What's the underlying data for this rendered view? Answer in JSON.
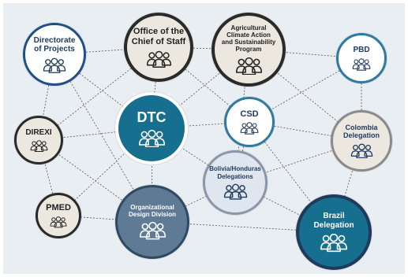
{
  "diagram": {
    "nodes": [
      {
        "id": "directorate",
        "label_lines": [
          "Directorate",
          "of Projects"
        ],
        "fill": "#ffffff",
        "border": "#1f4f86",
        "text": "#1f3a5c",
        "icon": "people-group-icon"
      },
      {
        "id": "office",
        "label_lines": [
          "Office of the",
          "Chief of Staff"
        ],
        "fill": "#ece8df",
        "border": "#2a2a2a",
        "text": "#222222",
        "icon": "people-group-icon"
      },
      {
        "id": "agricultural",
        "label_lines": [
          "Agricultural",
          "Climate Action",
          "and Sustainability",
          "Program"
        ],
        "fill": "#ece8df",
        "border": "#2a2a2a",
        "text": "#222222",
        "icon": "people-group-icon"
      },
      {
        "id": "pbd",
        "label_lines": [
          "PBD"
        ],
        "fill": "#ffffff",
        "border": "#2f7aa0",
        "text": "#1f3a5c",
        "icon": "people-group-icon"
      },
      {
        "id": "direxi",
        "label_lines": [
          "DIREXI"
        ],
        "fill": "#ece8df",
        "border": "#2a2a2a",
        "text": "#222222",
        "icon": "people-group-icon"
      },
      {
        "id": "dtc",
        "label_lines": [
          "DTC"
        ],
        "fill": "#176f8f",
        "border": "#ffffff",
        "text": "#ffffff",
        "icon": "people-group-icon"
      },
      {
        "id": "csd",
        "label_lines": [
          "CSD"
        ],
        "fill": "#ffffff",
        "border": "#2f7aa0",
        "text": "#1f3a5c",
        "icon": "people-group-icon"
      },
      {
        "id": "colombia",
        "label_lines": [
          "Colombia",
          "Delegation"
        ],
        "fill": "#ece8df",
        "border": "#8a8a8a",
        "text": "#1f3a5c",
        "icon": "people-group-icon"
      },
      {
        "id": "bolivia",
        "label_lines": [
          "Bolivia/Honduras",
          "Delegations"
        ],
        "fill": "#dfe6f0",
        "border": "#8a97a8",
        "text": "#1f3a5c",
        "icon": "people-group-icon"
      },
      {
        "id": "pmed",
        "label_lines": [
          "PMED"
        ],
        "fill": "#ece8df",
        "border": "#2a2a2a",
        "text": "#222222",
        "icon": "people-group-icon"
      },
      {
        "id": "organizational",
        "label_lines": [
          "Organizational",
          "Design Division"
        ],
        "fill": "#5e7a94",
        "border": "#2e4a63",
        "text": "#ffffff",
        "icon": "people-group-icon"
      },
      {
        "id": "brazil",
        "label_lines": [
          "Brazil",
          "Delegation"
        ],
        "fill": "#176f8f",
        "border": "#1f3a5c",
        "text": "#ffffff",
        "icon": "people-group-icon"
      }
    ],
    "edges": [
      [
        "directorate",
        "office"
      ],
      [
        "directorate",
        "direxi"
      ],
      [
        "directorate",
        "dtc"
      ],
      [
        "directorate",
        "organizational"
      ],
      [
        "office",
        "agricultural"
      ],
      [
        "office",
        "direxi"
      ],
      [
        "office",
        "dtc"
      ],
      [
        "office",
        "csd"
      ],
      [
        "agricultural",
        "pbd"
      ],
      [
        "agricultural",
        "dtc"
      ],
      [
        "agricultural",
        "bolivia"
      ],
      [
        "agricultural",
        "colombia"
      ],
      [
        "pbd",
        "csd"
      ],
      [
        "pbd",
        "colombia"
      ],
      [
        "direxi",
        "dtc"
      ],
      [
        "direxi",
        "pmed"
      ],
      [
        "direxi",
        "organizational"
      ],
      [
        "dtc",
        "csd"
      ],
      [
        "dtc",
        "organizational"
      ],
      [
        "dtc",
        "bolivia"
      ],
      [
        "csd",
        "colombia"
      ],
      [
        "csd",
        "bolivia"
      ],
      [
        "csd",
        "brazil"
      ],
      [
        "colombia",
        "bolivia"
      ],
      [
        "colombia",
        "brazil"
      ],
      [
        "bolivia",
        "organizational"
      ],
      [
        "bolivia",
        "brazil"
      ],
      [
        "pmed",
        "organizational"
      ],
      [
        "pmed",
        "dtc"
      ],
      [
        "organizational",
        "brazil"
      ]
    ],
    "edge_color": "#555555"
  }
}
